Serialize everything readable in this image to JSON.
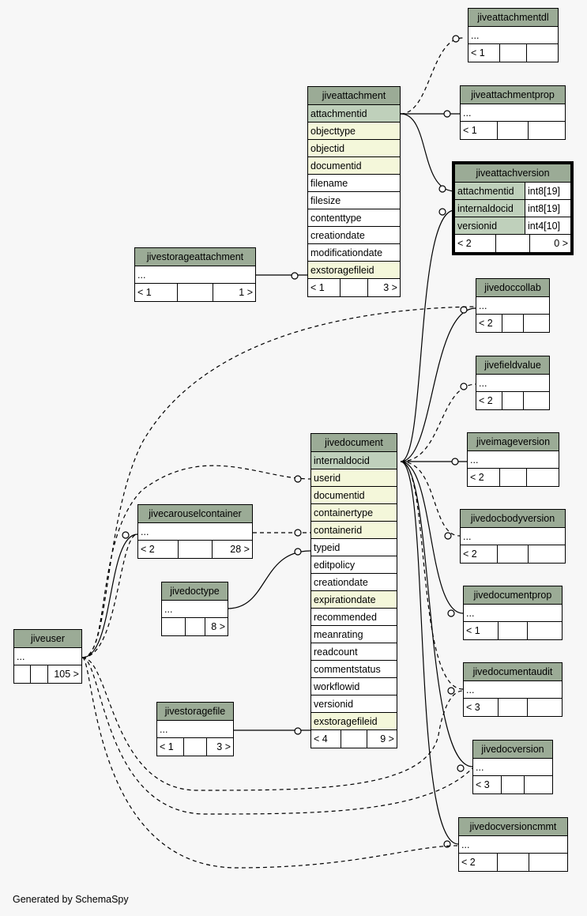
{
  "footer": "Generated by SchemaSpy",
  "tables": {
    "jiveattachmentdl": {
      "name": "jiveattachmentdl",
      "rows": [
        "..."
      ],
      "foot": [
        "< 1",
        "",
        ""
      ]
    },
    "jiveattachmentprop": {
      "name": "jiveattachmentprop",
      "rows": [
        "..."
      ],
      "foot": [
        "< 1",
        "",
        ""
      ]
    },
    "jiveattachment": {
      "name": "jiveattachment",
      "rows": [
        "attachmentid",
        "objecttype",
        "objectid",
        "documentid",
        "filename",
        "filesize",
        "contenttype",
        "creationdate",
        "modificationdate",
        "exstoragefileid"
      ],
      "foot": [
        "< 1",
        "",
        "3 >"
      ]
    },
    "jiveattachversion": {
      "name": "jiveattachversion",
      "rows": [
        "attachmentid",
        "internaldocid",
        "versionid"
      ],
      "types": [
        "int8[19]",
        "int8[19]",
        "int4[10]"
      ],
      "foot": [
        "< 2",
        "",
        "0 >"
      ]
    },
    "jivestorageattachment": {
      "name": "jivestorageattachment",
      "rows": [
        "..."
      ],
      "foot": [
        "< 1",
        "",
        "1 >"
      ]
    },
    "jivedoccollab": {
      "name": "jivedoccollab",
      "rows": [
        "..."
      ],
      "foot": [
        "< 2",
        "",
        ""
      ]
    },
    "jivefieldvalue": {
      "name": "jivefieldvalue",
      "rows": [
        "..."
      ],
      "foot": [
        "< 2",
        "",
        ""
      ]
    },
    "jiveimageversion": {
      "name": "jiveimageversion",
      "rows": [
        "..."
      ],
      "foot": [
        "< 2",
        "",
        ""
      ]
    },
    "jivedocument": {
      "name": "jivedocument",
      "rows": [
        "internaldocid",
        "userid",
        "documentid",
        "containertype",
        "containerid",
        "typeid",
        "editpolicy",
        "creationdate",
        "expirationdate",
        "recommended",
        "meanrating",
        "readcount",
        "commentstatus",
        "workflowid",
        "versionid",
        "exstoragefileid"
      ],
      "foot": [
        "< 4",
        "",
        "9 >"
      ]
    },
    "jivecarouselcontainer": {
      "name": "jivecarouselcontainer",
      "rows": [
        "..."
      ],
      "foot": [
        "< 2",
        "",
        "28 >"
      ]
    },
    "jivedocbodyversion": {
      "name": "jivedocbodyversion",
      "rows": [
        "..."
      ],
      "foot": [
        "< 2",
        "",
        ""
      ]
    },
    "jivedoctype": {
      "name": "jivedoctype",
      "rows": [
        "..."
      ],
      "foot": [
        "",
        "",
        "8 >"
      ]
    },
    "jivedocumentprop": {
      "name": "jivedocumentprop",
      "rows": [
        "..."
      ],
      "foot": [
        "< 1",
        "",
        ""
      ]
    },
    "jiveuser": {
      "name": "jiveuser",
      "rows": [
        "..."
      ],
      "foot": [
        "",
        "",
        "105 >"
      ]
    },
    "jivedocumentaudit": {
      "name": "jivedocumentaudit",
      "rows": [
        "..."
      ],
      "foot": [
        "< 3",
        "",
        ""
      ]
    },
    "jivestoragefile": {
      "name": "jivestoragefile",
      "rows": [
        "..."
      ],
      "foot": [
        "< 1",
        "",
        "3 >"
      ]
    },
    "jivedocversion": {
      "name": "jivedocversion",
      "rows": [
        "..."
      ],
      "foot": [
        "< 3",
        "",
        ""
      ]
    },
    "jivedocversioncmmt": {
      "name": "jivedocversioncmmt",
      "rows": [
        "..."
      ],
      "foot": [
        "< 2",
        "",
        ""
      ]
    }
  }
}
